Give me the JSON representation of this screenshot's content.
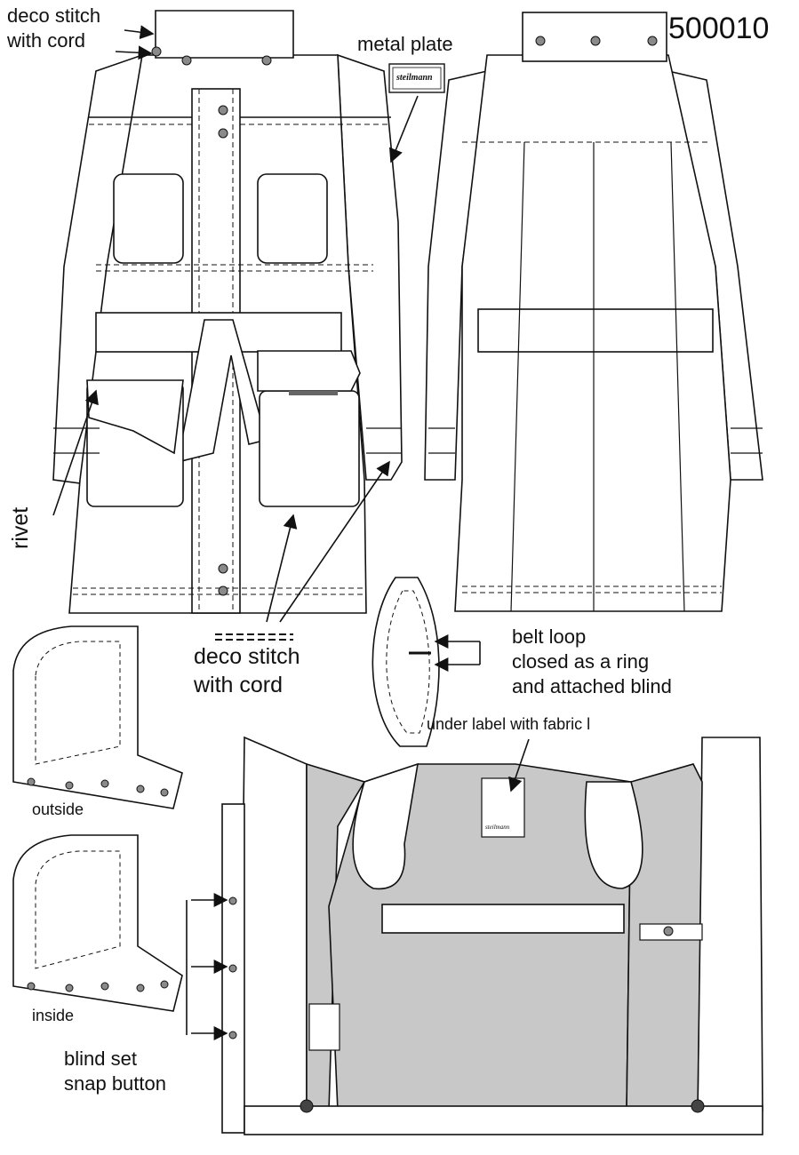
{
  "style_number": "500010",
  "labels": {
    "deco_stitch_top_line1": "deco stitch",
    "deco_stitch_top_line2": "with cord",
    "metal_plate": "metal plate",
    "plate_brand": "steilmann",
    "rivet": "rivet",
    "deco_stitch_mid_line1": "deco stitch",
    "deco_stitch_mid_line2": "with cord",
    "belt_loop_line1": "belt loop",
    "belt_loop_line2": "closed as a ring",
    "belt_loop_line3": "and attached blind",
    "under_label": "under label with fabric l",
    "outside": "outside",
    "inside": "inside",
    "blind_set_line1": "blind set",
    "blind_set_line2": "snap button",
    "label_brand": "steilmann"
  },
  "colors": {
    "line": "#111111",
    "lining_gray": "#c8c8c8",
    "button_gray": "#8a8a8a",
    "background": "#ffffff"
  }
}
